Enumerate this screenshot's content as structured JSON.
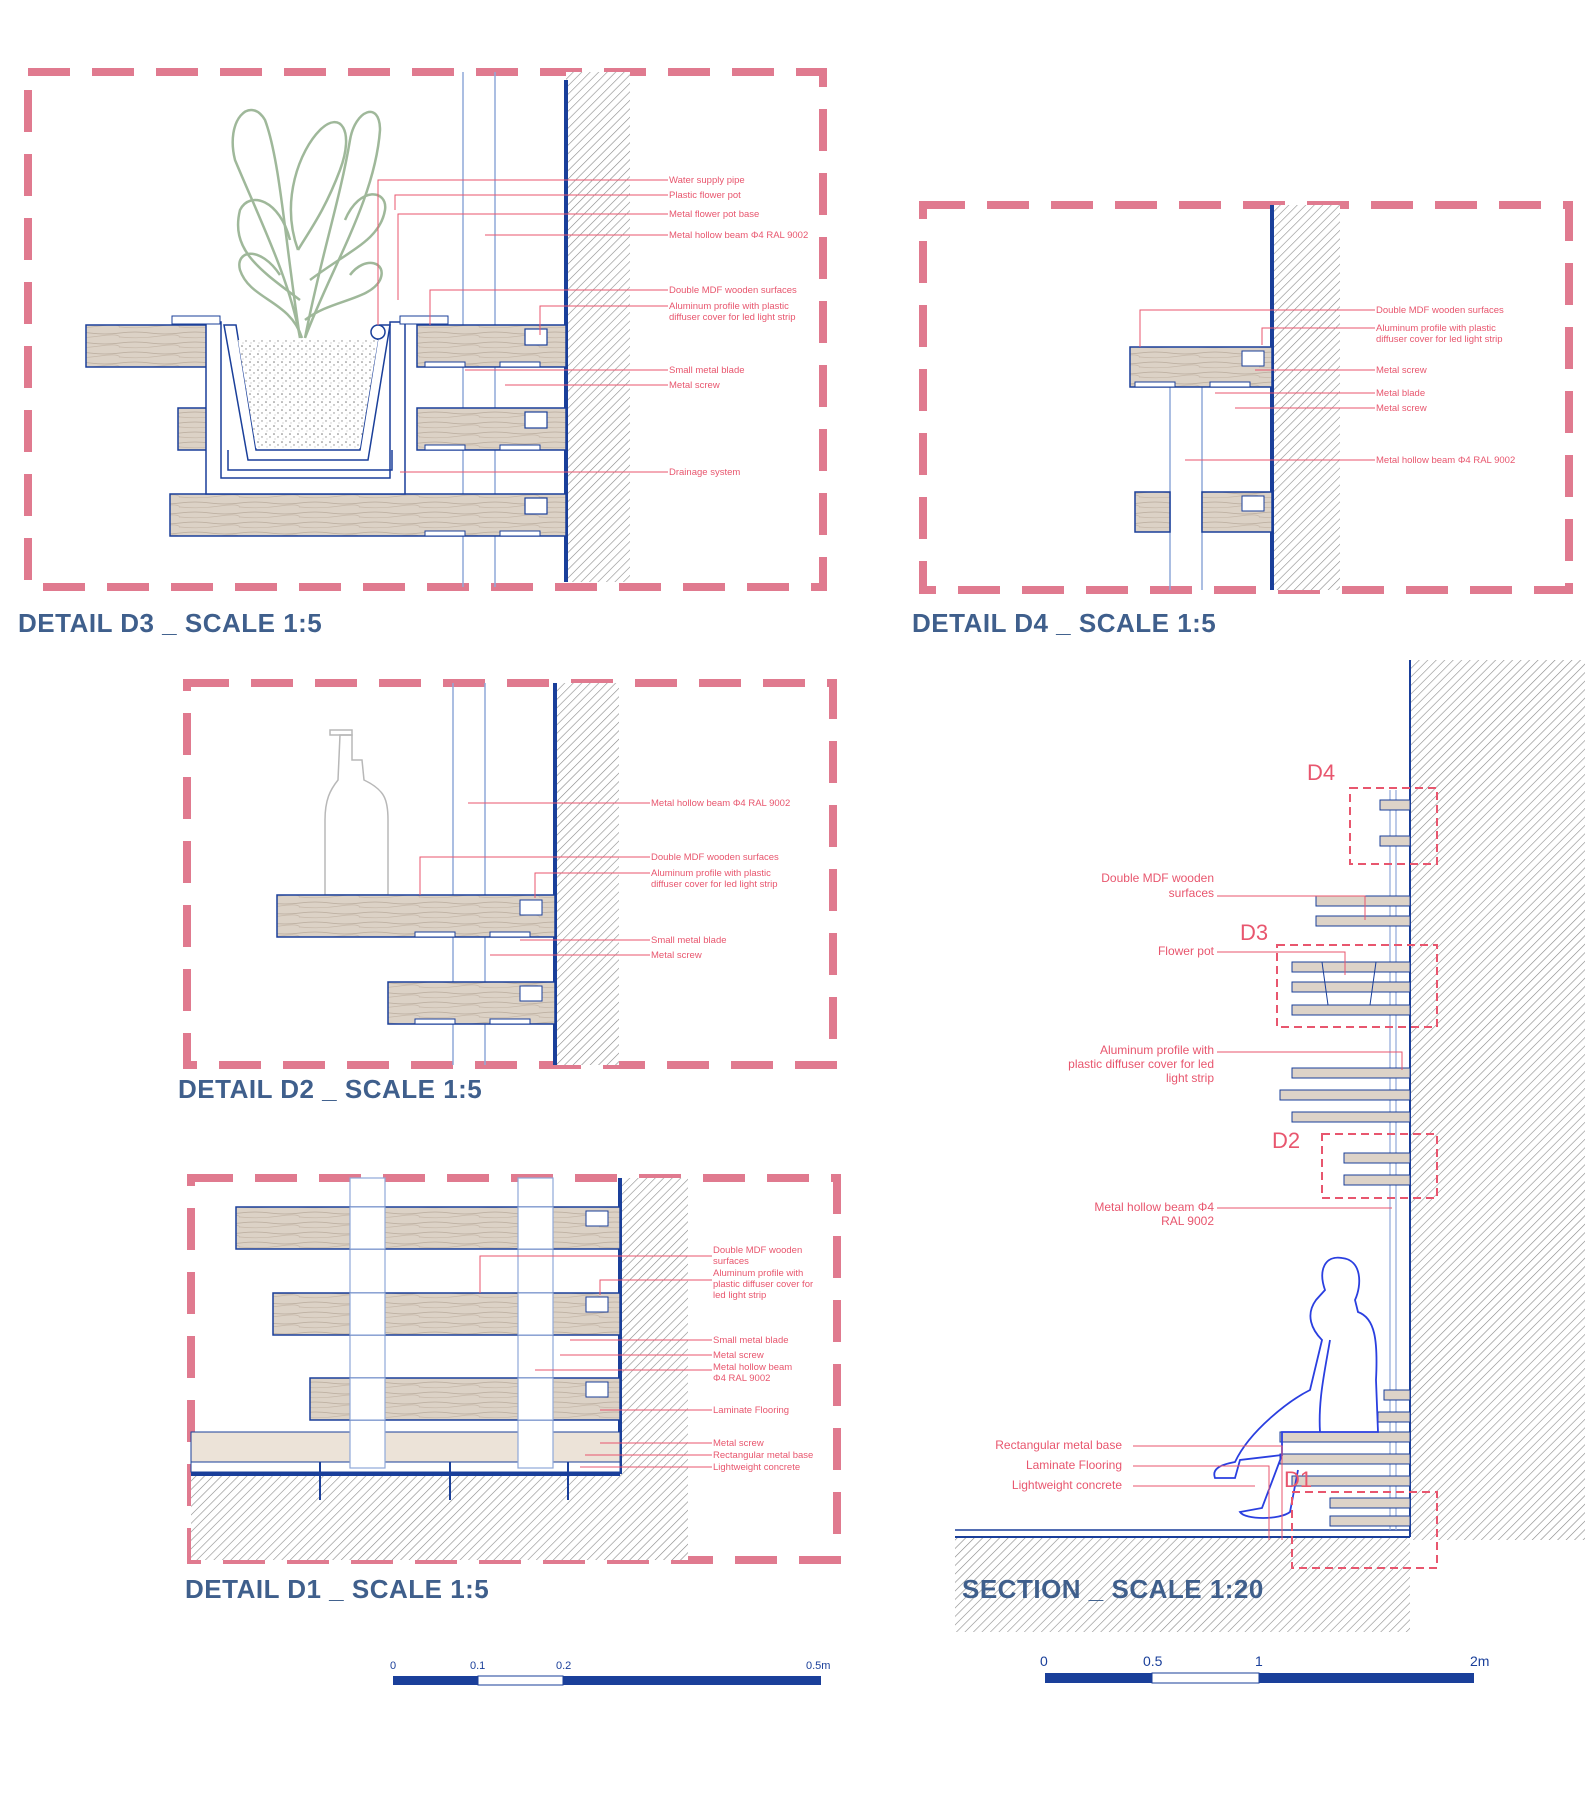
{
  "colors": {
    "frame": "#e07a8f",
    "line": "#1a3f9a",
    "thin": "#8fa8d8",
    "label": "#e8566e",
    "title": "#3f5f8c",
    "wood": "#ddd3c8",
    "plant": "#9fb89a",
    "hatch": "#9a9a9a"
  },
  "d3": {
    "title": "DETAIL D3 _ SCALE 1:5",
    "labels": [
      "Water supply pipe",
      "Plastic flower pot",
      "Metal flower pot base",
      "Metal hollow beam Φ4 RAL 9002",
      "Double MDF wooden surfaces",
      "Aluminum profile with plastic",
      "diffuser cover for led light strip",
      "Small metal blade",
      "Metal screw",
      "Drainage system"
    ]
  },
  "d4": {
    "title": "DETAIL D4 _ SCALE 1:5",
    "labels": [
      "Double MDF wooden surfaces",
      "Aluminum profile with plastic",
      "diffuser cover for led light strip",
      "Metal screw",
      "Metal blade",
      "Metal screw",
      "Metal hollow beam Φ4 RAL 9002"
    ]
  },
  "d2": {
    "title": "DETAIL D2 _ SCALE 1:5",
    "labels": [
      "Metal hollow beam Φ4 RAL 9002",
      "Double MDF wooden surfaces",
      "Aluminum profile with plastic",
      "diffuser cover for led light strip",
      "Small metal blade",
      "Metal screw"
    ]
  },
  "d1": {
    "title": "DETAIL D1 _ SCALE 1:5",
    "labels": [
      "Double MDF wooden",
      "surfaces",
      "Aluminum profile with",
      "plastic diffuser cover for",
      "led light strip",
      "Small metal blade",
      "Metal screw",
      "Metal hollow beam",
      "Φ4 RAL 9002",
      "Laminate Flooring",
      "Metal screw",
      "Rectangular metal base",
      "Lightweight concrete"
    ]
  },
  "section": {
    "title": "SECTION _ SCALE 1:20",
    "markers": [
      "D4",
      "D3",
      "D2",
      "D1"
    ],
    "labels": [
      "Double MDF wooden",
      "surfaces",
      "Flower pot",
      "Aluminum profile with",
      "plastic diffuser cover for led",
      "light strip",
      "Metal hollow beam Φ4",
      "RAL 9002",
      "Rectangular metal base",
      "Laminate Flooring",
      "Lightweight concrete"
    ]
  },
  "scale_detail": {
    "ticks": [
      "0",
      "0.1",
      "0.2",
      "0.5m"
    ]
  },
  "scale_section": {
    "ticks": [
      "0",
      "0.5",
      "1",
      "2m"
    ]
  }
}
